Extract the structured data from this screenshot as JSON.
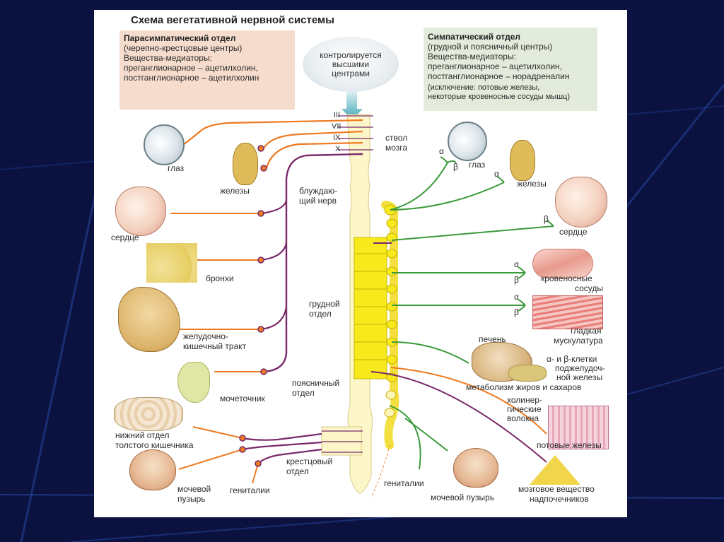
{
  "title": "Схема вегетативной нервной системы",
  "parasympathetic": {
    "heading": "Парасимпатический отдел",
    "subtitle": "(черепно-крестцовые центры)",
    "mediators_title": "Вещества-медиаторы:",
    "mediator_pre": "преганглионарное – ацетилхолин,",
    "mediator_post": "постганглионарное – ацетилхолин"
  },
  "sympathetic": {
    "heading": "Симпатический отдел",
    "subtitle": "(грудной и поясничный центры)",
    "mediators_title": "Вещества-медиаторы:",
    "mediator_pre": "преганглионарное – ацетилхолин,",
    "mediator_post": "постганглионарное – норадреналин",
    "exception_1": "(исключение: потовые железы,",
    "exception_2": "некоторые кровеносные сосуды мышц)"
  },
  "center": {
    "line1": "контролируется",
    "line2": "высшими",
    "line3": "центрами"
  },
  "cranial_nerves": [
    "III",
    "VII",
    "IX",
    "X"
  ],
  "spine_labels": {
    "brainstem_1": "ствол",
    "brainstem_2": "мозга",
    "vagus_1": "блуждаю-",
    "vagus_2": "щий нерв",
    "thoracic_1": "грудной",
    "thoracic_2": "отдел",
    "lumbar_1": "поясничный",
    "lumbar_2": "отдел",
    "sacral_1": "крестцовый",
    "sacral_2": "отдел"
  },
  "left_organs": {
    "eye": "глаз",
    "glands": "железы",
    "heart": "сердце",
    "bronchi": "бронхи",
    "gi_1": "желудочно-",
    "gi_2": "кишечный тракт",
    "ureter": "мочеточник",
    "colon_1": "нижний отдел",
    "colon_2": "толстого кишечника",
    "bladder_1": "мочевой",
    "bladder_2": "пузырь",
    "genitalia": "гениталии"
  },
  "right_organs": {
    "eye": "глаз",
    "glands": "железы",
    "heart": "сердце",
    "vessels_1": "кровеносные",
    "vessels_2": "сосуды",
    "smooth_1": "гладкая",
    "smooth_2": "мускулатура",
    "liver": "печень",
    "pancreas_1": "α- и β-клетки",
    "pancreas_2": "поджелудоч-",
    "pancreas_3": "ной железы",
    "metabolism": "метаболизм жиров и сахаров",
    "cholinergic_1": "холинер-",
    "cholinergic_2": "гические",
    "cholinergic_3": "волокна",
    "sweat": "потовые железы",
    "genitalia": "гениталии",
    "bladder": "мочевой пузырь",
    "adrenal_1": "мозговое вещество",
    "adrenal_2": "надпочечников"
  },
  "receptors": {
    "alpha": "α",
    "beta": "β"
  },
  "colors": {
    "parasympathetic_fiber": "#ee7b22",
    "vagus_fiber": "#7a2a6a",
    "sympathetic_fiber": "#3a9a3a",
    "spinal_cord": "#fdf6c8",
    "sympathetic_chain": "#f6ea1c",
    "slide_background": "#0b1240"
  }
}
